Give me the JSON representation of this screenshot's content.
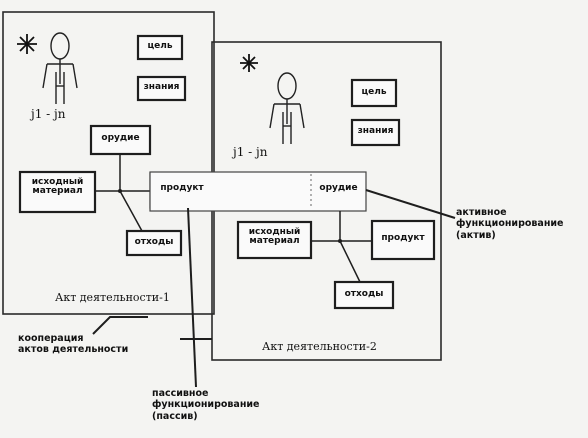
{
  "acts": [
    {
      "roles": "j1 - jn",
      "goal": "цель",
      "knowledge": "знания",
      "tool": "орудие",
      "source_material": [
        "исходный",
        "материал"
      ],
      "product": "продукт",
      "waste": "отходы",
      "caption": "Акт деятельности-1"
    },
    {
      "roles": "j1 - jn",
      "goal": "цель",
      "knowledge": "знания",
      "tool": "орудие",
      "source_material": [
        "исходный",
        "материал"
      ],
      "product": "продукт",
      "waste": "отходы",
      "caption": "Акт деятельности-2"
    }
  ],
  "annotations": {
    "active": [
      "активное",
      "функционирование",
      "(актив)"
    ],
    "cooperation": [
      "кооперация",
      "актов деятельности"
    ],
    "passive": [
      "пассивное",
      "функционирование",
      "(пассив)"
    ]
  }
}
